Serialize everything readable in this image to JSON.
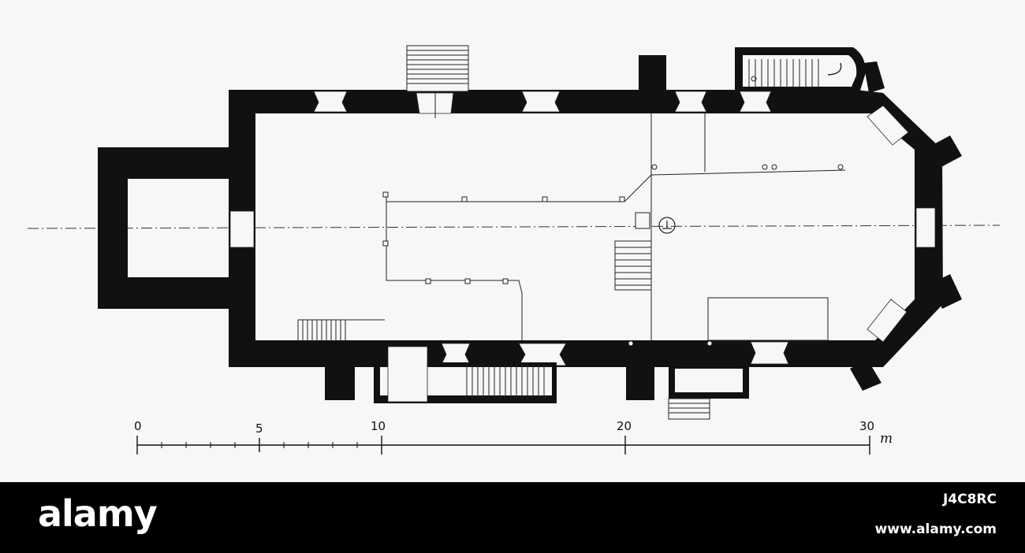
{
  "plan": {
    "wall_color": "#111111",
    "line_color": "#222222",
    "background_color": "#f7f7f5"
  },
  "scale_bar": {
    "ticks": [
      "0",
      "5",
      "10",
      "20",
      "30"
    ],
    "unit": "m"
  },
  "footer": {
    "logo": "alamy",
    "image_id": "J4C8RC",
    "url": "www.alamy.com",
    "background_color": "#000000",
    "text_color": "#ffffff"
  }
}
